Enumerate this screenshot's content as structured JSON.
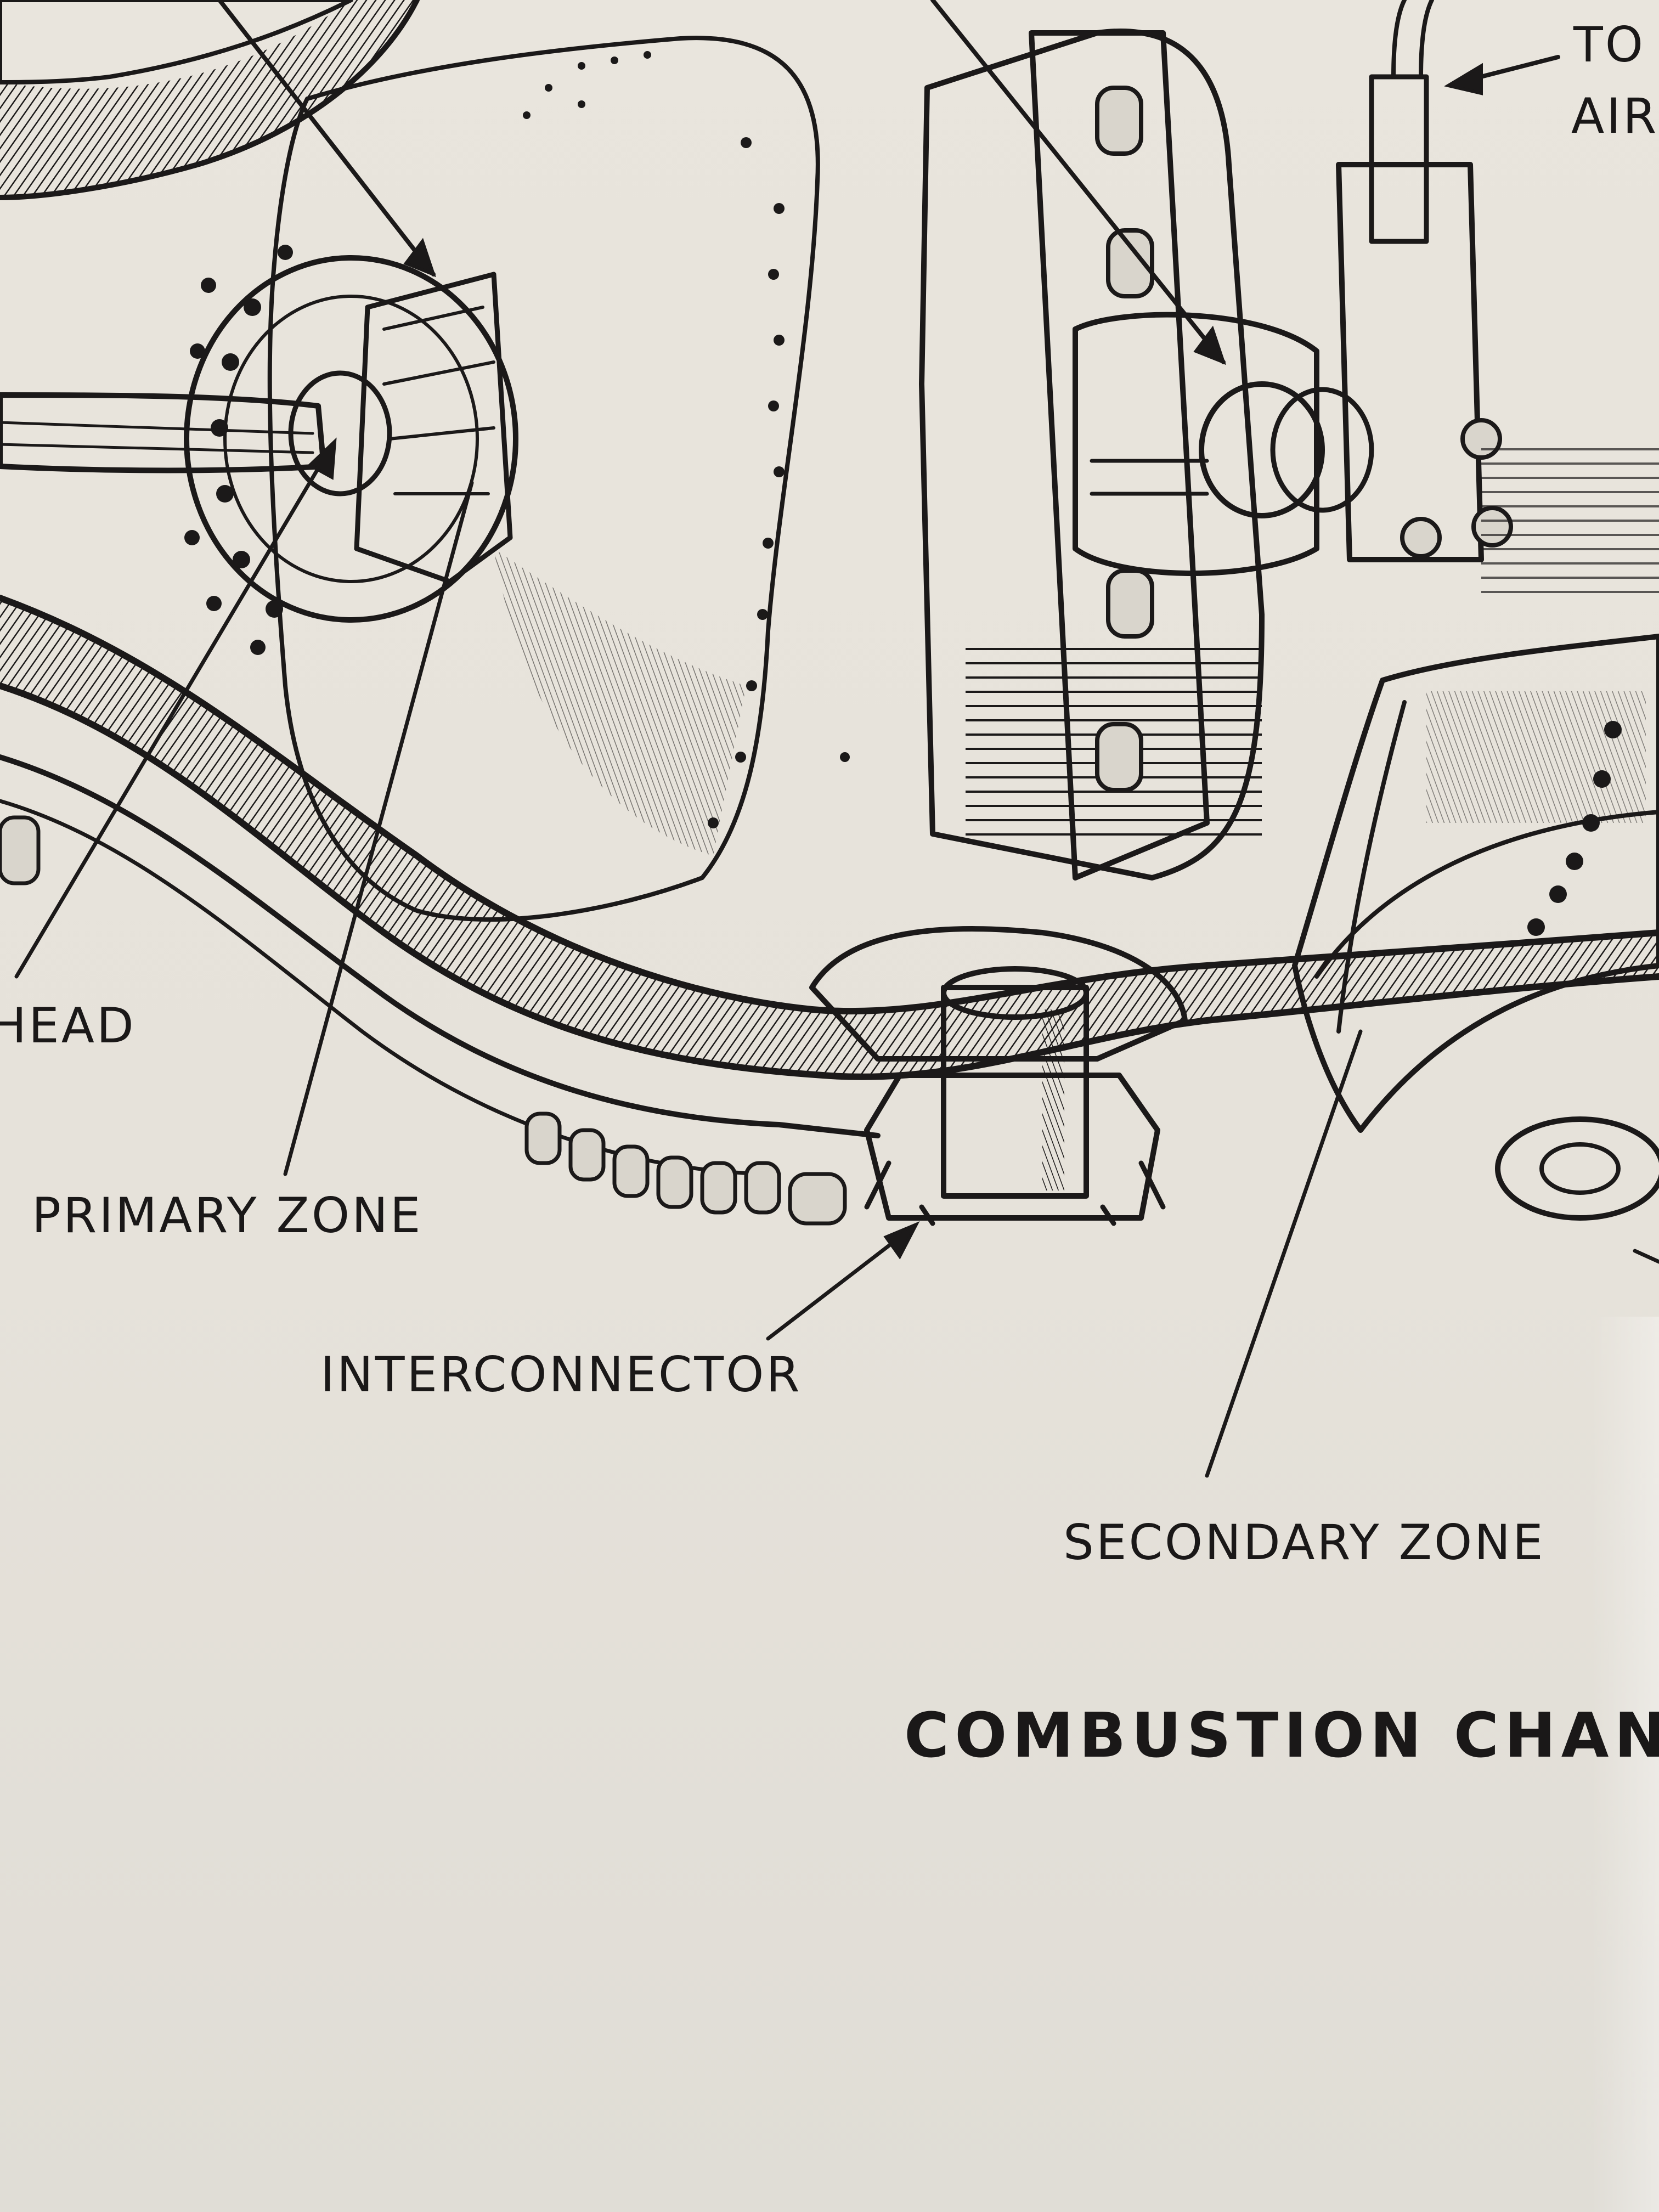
{
  "labels": {
    "to": "TO",
    "air": "AIR",
    "head": "HEAD",
    "primary_zone": "PRIMARY ZONE",
    "interconnector": "INTERCONNECTOR",
    "secondary_zone": "SECONDARY ZONE",
    "title": "COMBUSTION CHAN"
  },
  "colors": {
    "paper": "#e8e4dc",
    "ink": "#1b1919"
  }
}
